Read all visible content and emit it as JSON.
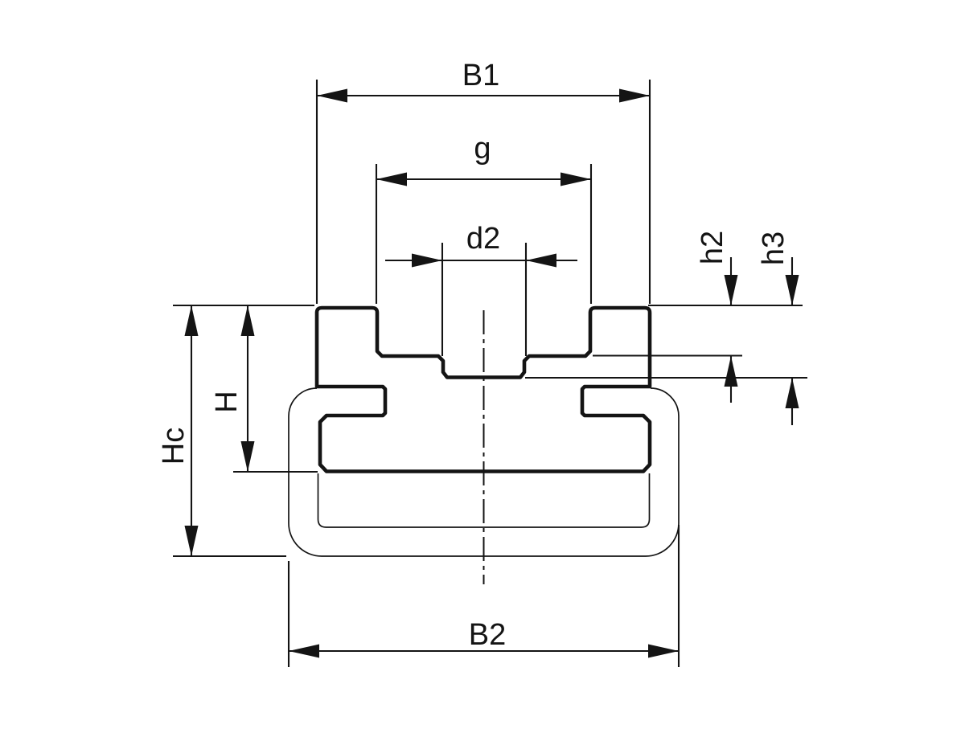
{
  "drawing": {
    "description": "Technical cross-section drawing of a chain guide profile clipped onto a C-channel, with dimension callouts",
    "colors": {
      "background": "#ffffff",
      "ink": "#141414"
    },
    "labels": {
      "b1": "B1",
      "g": "g",
      "d2": "d2",
      "h2": "h2",
      "h3": "h3",
      "hc": "Hc",
      "h": "H",
      "b2": "B2"
    }
  }
}
